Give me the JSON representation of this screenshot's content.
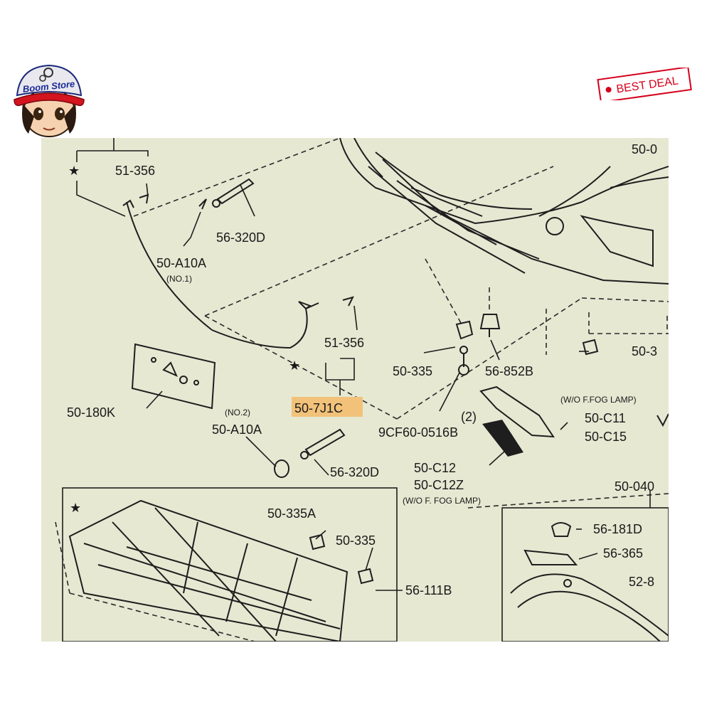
{
  "logo": {
    "text": "Boom Store"
  },
  "badge": {
    "text": "BEST DEAL",
    "color": "#d6001c"
  },
  "diagram": {
    "labels": {
      "l_51_356_a": "51-356",
      "l_56_320d_a": "56-320D",
      "l_50_a10a_a": "50-A10A",
      "l_no1": "(NO.1)",
      "l_51_356_b": "51-356",
      "l_50_335_a": "50-335",
      "l_56_852b": "56-852B",
      "l_50_180k": "50-180K",
      "l_50_7j1c": "50-7J1C",
      "l_no2": "(NO.2)",
      "l_50_a10a_b": "50-A10A",
      "l_56_320d_b": "56-320D",
      "l_9cf": "9CF60-0516B",
      "l_2": "(2)",
      "l_50_c12": "50-C12",
      "l_50_c12z": "50-C12Z",
      "l_wo_fog1": "(W/O F.FOG LAMP)",
      "l_50_c11": "50-C11",
      "l_50_c15": "50-C15",
      "l_wo_fog2": "(W/O F. FOG LAMP)",
      "l_50_0": "50-0",
      "l_50_3": "50-3",
      "l_50_040": "50-040",
      "l_50_335a": "50-335A",
      "l_50_335_b": "50-335",
      "l_56_111b": "56-111B",
      "l_56_181d": "56-181D",
      "l_56_365": "56-365",
      "l_52_8": "52-8"
    },
    "highlight_color": "#f2c27a",
    "background_color": "#e6e8d2"
  }
}
